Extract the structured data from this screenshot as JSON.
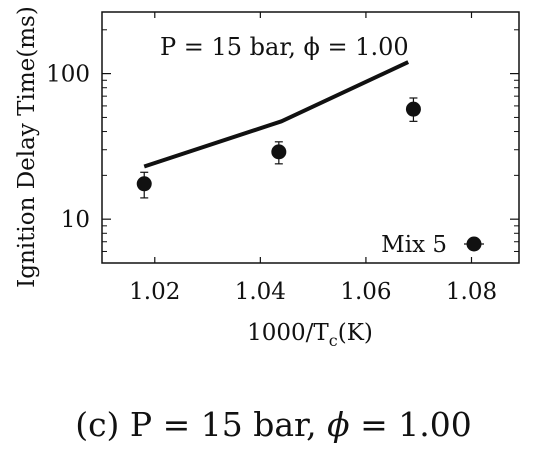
{
  "chart_data": {
    "type": "scatter",
    "annotation": "P = 15 bar, ϕ = 1.00",
    "xlabel": "1000/T",
    "xlabel_sub": "c",
    "xlabel_suffix": "(K)",
    "ylabel": "Ignition Delay Time(ms)",
    "xlim": [
      1.01,
      1.089
    ],
    "ylim": [
      5,
      265
    ],
    "yscale": "log",
    "xticks": [
      1.02,
      1.04,
      1.06,
      1.08
    ],
    "xtick_labels": [
      "1.02",
      "1.04",
      "1.06",
      "1.08"
    ],
    "yticks": [
      10,
      100
    ],
    "ytick_labels": [
      "10",
      "100"
    ],
    "grid": false,
    "legend_position": "bottom-right",
    "series": [
      {
        "kind": "line",
        "color": "#111111",
        "x": [
          1.018,
          1.044,
          1.068
        ],
        "y": [
          23,
          47,
          120
        ]
      },
      {
        "name": "Mix 5",
        "kind": "scatter",
        "color": "#111111",
        "x": [
          1.018,
          1.0435,
          1.069
        ],
        "y": [
          17.5,
          29,
          57
        ],
        "yerr_low": [
          14,
          24,
          47
        ],
        "yerr_high": [
          21,
          34,
          68
        ]
      }
    ]
  },
  "caption": {
    "prefix": "(c) P = 15 bar, ",
    "symbol": "ϕ",
    "suffix": " = 1.00"
  }
}
